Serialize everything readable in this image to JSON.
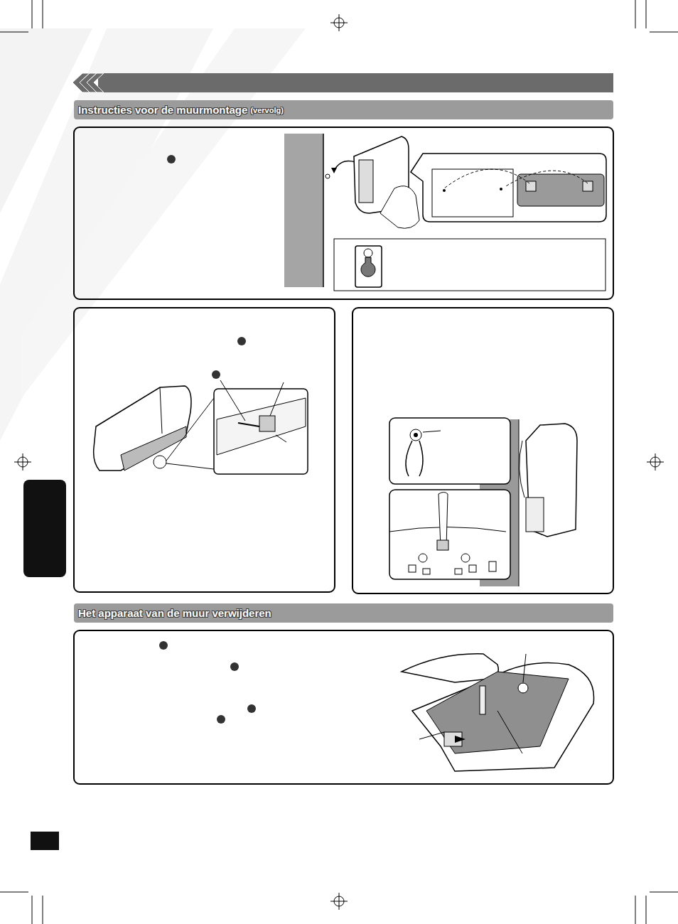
{
  "diagram": {
    "nodes": [
      {
        "text": [
          "Instructies voor de muurmontage",
          "(vervolg)"
        ]
      },
      {
        "text": [
          "Het apparaat van de muur verwijderen"
        ]
      }
    ]
  }
}
